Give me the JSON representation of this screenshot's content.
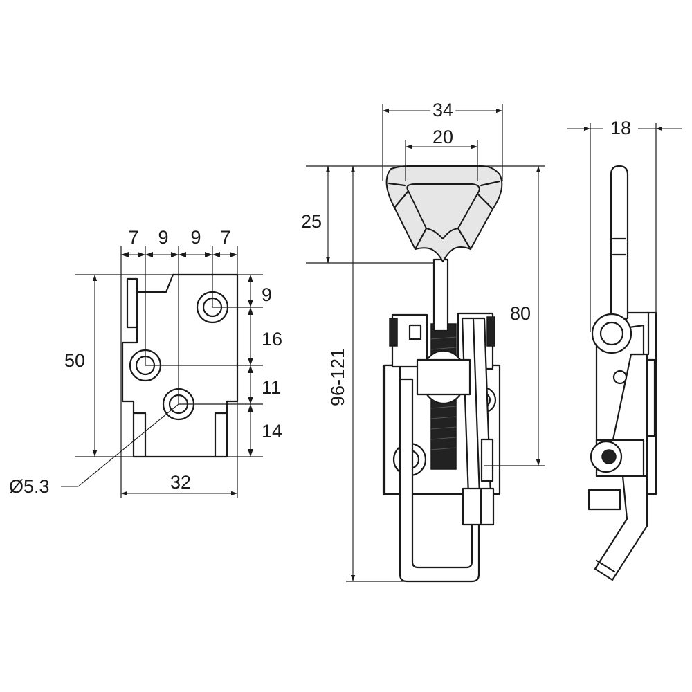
{
  "dimensions": {
    "base": {
      "w1": "7",
      "w2": "9",
      "w3": "9",
      "w4": "7",
      "h1": "9",
      "h2": "16",
      "h3": "11",
      "h4": "14",
      "height": "50",
      "width": "32",
      "hole": "Ø5.3"
    },
    "front": {
      "top_width": "34",
      "inner_width": "20",
      "handle_height": "25",
      "height": "80",
      "range": "96-121"
    },
    "side": {
      "depth": "18"
    }
  }
}
